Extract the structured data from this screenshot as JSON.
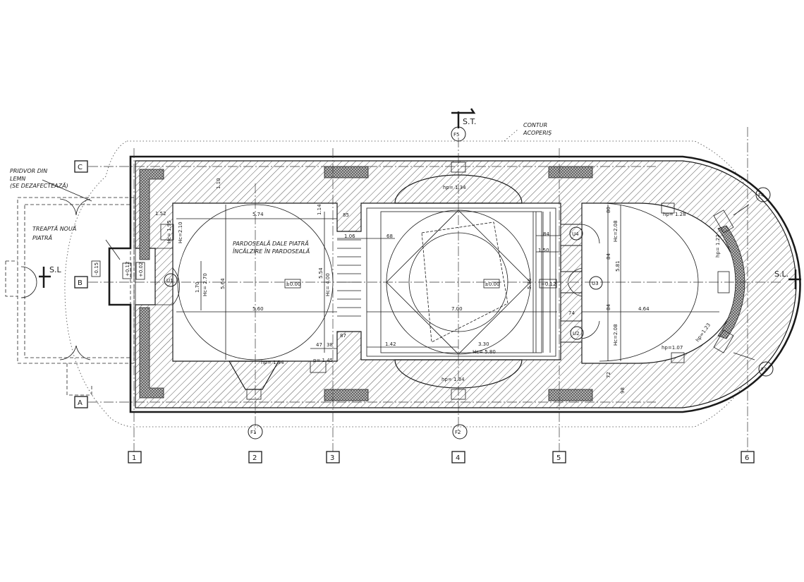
{
  "labels": {
    "st": "S.T.",
    "sl_left": "S.L",
    "sl_right": "S.L.",
    "contur_line1": "CONTUR",
    "contur_line2": "ACOPERIȘ",
    "pridvor_line1": "PRIDVOR DIN",
    "pridvor_line2": "LEMN",
    "pridvor_line3": "(SE DEZAFECTEAZĂ)",
    "treapta_line1": "TREAPTĂ NOUĂ",
    "treapta_line2": "PIATRĂ",
    "pardoseala_line1": "PARDOSEALĂ DALE PIATRĂ",
    "pardoseala_line2": "ÎNCĂLZIRE ÎN PARDOSEALĂ"
  },
  "axes": {
    "rows": [
      "A",
      "B",
      "C"
    ],
    "cols": [
      "1",
      "2",
      "3",
      "4",
      "5",
      "6"
    ]
  },
  "windows": [
    "F1",
    "F2",
    "F3",
    "F4",
    "F5"
  ],
  "doors": [
    "U1",
    "U2",
    "U3",
    "U4"
  ],
  "levels": {
    "nave": "±0.00",
    "center": "±0.00",
    "altar": "+0.12",
    "porch1": "-0.15",
    "porch2": "+0.12",
    "porch3": "+0.02"
  },
  "dims": {
    "d574": "5.74",
    "d560": "5.60",
    "d700": "7.00",
    "d464": "4.64",
    "d564": "5.64",
    "d554": "5.54",
    "d576": "5.76",
    "d581": "5.81",
    "d170": "1.70",
    "d152": "1.52",
    "d110": "1.10",
    "d1": "1.14",
    "d2": "85",
    "d3": "1.06",
    "d4": "68",
    "d5": "1.50",
    "d6": "84",
    "d7": "80",
    "d8": "84",
    "d9": "84",
    "d10": "74",
    "d11": "87",
    "d12": "47",
    "d13": "38",
    "d14": "1.42",
    "d15": "3.30",
    "d16": "98",
    "d17": "72",
    "hp134a": "hp= 1.34",
    "hp134b": "hp= 1.34",
    "hp134c": "hp= 1.34",
    "hp128": "hp= 1.28",
    "hp122": "hp= 1.22",
    "hp_left": "hp=1.07",
    "hp_right": "hp=1.23",
    "p145": "p= 1.45",
    "hc270": "Hc= 2.70",
    "hc580": "Hc= 5.80",
    "hc4a": "Hc= 4.00",
    "hc208a": "Hc=2.08",
    "hc208b": "Hc=2.08",
    "hc195": "Hc= 1.95",
    "hc210": "Hc=2.10"
  }
}
